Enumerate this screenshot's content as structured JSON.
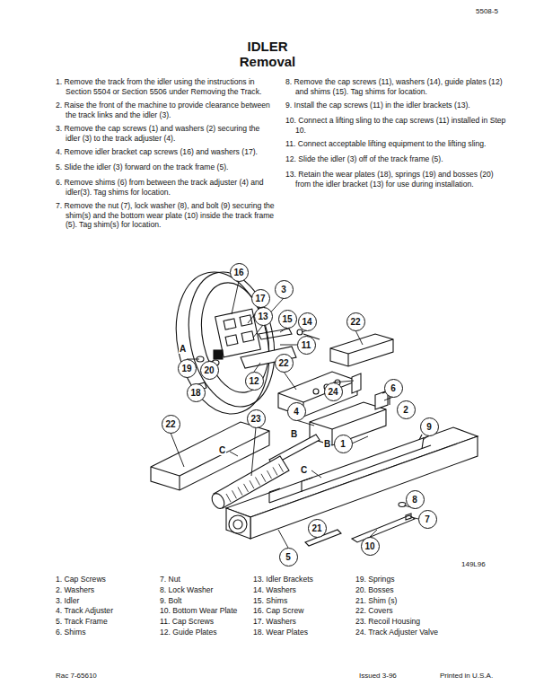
{
  "diagram": {
    "title": "IDLER",
    "labels": [
      "5508-5",
      "Removal",
      "1. Remove the track from the idler using the instructions in Section 5504 or Section 5506 under Removing the Track.",
      "2. Raise the front of the machine to provide clearance between the track links and the idler (3).",
      "3. Remove the cap screws (1) and washers (2) securing the idler (3) to the track adjuster (4).",
      "4. Remove idler bracket cap screws (16) and washers (17).",
      "5. Slide the idler (3) forward on the track frame (5).",
      "6. Remove shims (6) from between the track adjuster (4) and idler(3). Tag shims for location.",
      "7. Remove the nut (7), lock washer (8), and bolt (9) securing the shim(s) and the bottom wear plate (10) inside the track frame (5). Tag shim(s) for location.",
      "8. Remove the cap screws (11), washers (14), guide plates (12) and shims (15). Tag shims for location.",
      "9. Install the cap screws (11) in the idler brackets (13).",
      "10. Connect a lifting sling to the cap screws (11) installed in Step 10.",
      "11. Connect acceptable lifting equipment to the lifting sling.",
      "12. Slide the idler (3) off of the track frame (5).",
      "13. Retain the wear plates (18), springs (19) and bosses (20) from the idler bracket (13) for use during installation.",
      "1. Cap Screws",
      "2. Washers",
      "3. Idler",
      "4. Track Adjuster",
      "5. Track Frame",
      "6. Shims",
      "7. Nut",
      "8. Lock Washer",
      "9. Bolt",
      "10. Bottom Wear Plate",
      "11. Cap Screws",
      "12. Guide Plates",
      "13. Idler Brackets",
      "14. Washers",
      "15. Shims",
      "16. Cap Screw",
      "17. Washers",
      "18. Wear Plates",
      "19. Springs",
      "20. Bosses",
      "21. Shim (s)",
      "22. Covers",
      "23. Recoil Housing",
      "24. Track Adjuster Valve",
      "16",
      "3",
      "17",
      "13",
      "15",
      "14",
      "22",
      "11",
      "19",
      "20",
      "22",
      "24",
      "6",
      "12",
      "18",
      "4",
      "2",
      "22",
      "23",
      "1",
      "9",
      "8",
      "7",
      "21",
      "10",
      "5",
      "A",
      "B",
      "B",
      "C",
      "C",
      "149L96",
      "Rac 7-65610",
      "Issued 3-96",
      "Printed in U.S.A."
    ]
  }
}
